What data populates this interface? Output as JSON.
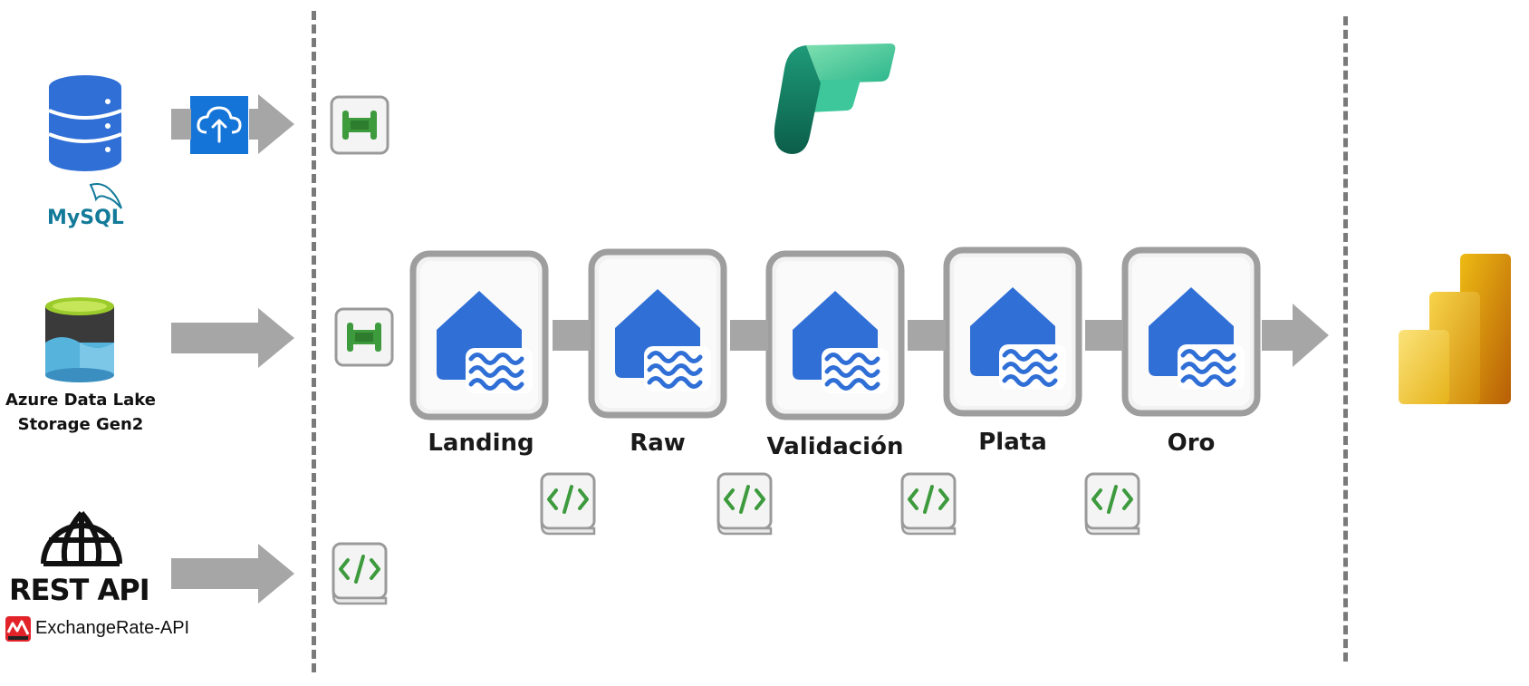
{
  "sources": {
    "mysql": {
      "label": "MySQL",
      "icon": "database-icon"
    },
    "adls": {
      "label_line1": "Azure Data Lake",
      "label_line2": "Storage Gen2",
      "icon": "storage-icon"
    },
    "api": {
      "label": "REST API",
      "provider": "ExchangeRate-API",
      "icon": "globe-icon"
    }
  },
  "stages": [
    {
      "label": "Landing"
    },
    {
      "label": "Raw"
    },
    {
      "label": "Validación"
    },
    {
      "label": "Plata"
    },
    {
      "label": "Oro"
    }
  ],
  "colors": {
    "lakehouse_blue": "#2f6fd6",
    "pipeline_green": "#3d9a3d",
    "arrow_gray": "#a6a6a6",
    "divider_gray": "#7a7a7a",
    "powerbi_gold": "#e8b512"
  },
  "icons": {
    "fabric": "fabric-logo",
    "powerbi": "powerbi-logo",
    "pipeline": "pipeline-icon",
    "notebook": "notebook-icon",
    "lakehouse": "lakehouse-icon",
    "upload": "cloud-upload-icon"
  }
}
